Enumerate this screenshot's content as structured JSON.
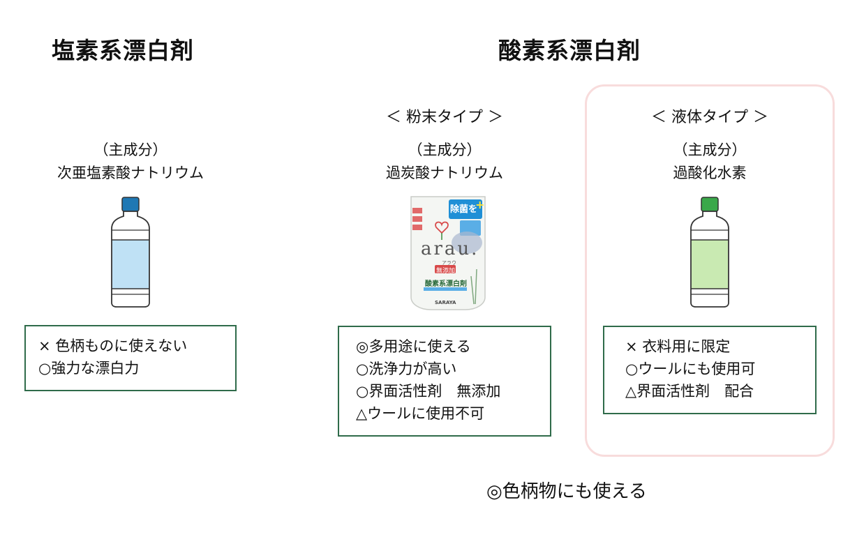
{
  "colors": {
    "box_border": "#2f6b4a",
    "highlight_border": "#f8dcdc",
    "chlorine_bottle_cap": "#1f78b4",
    "chlorine_bottle_fill": "#bfe1f5",
    "oxygen_liquid_cap": "#3aa84a",
    "oxygen_liquid_fill": "#c9eab2",
    "pouch_accent": "#1f8fd6"
  },
  "chlorine": {
    "title": "塩素系漂白剤",
    "ingredient_label": "（主成分）",
    "ingredient": "次亜塩素酸ナトリウム",
    "bottle_icon": "bottle-icon",
    "features": [
      "× 色柄ものに使えない",
      "○強力な漂白力"
    ]
  },
  "oxygen": {
    "title": "酸素系漂白剤",
    "powder": {
      "type_label": "＜ 粉末タイプ ＞",
      "ingredient_label": "（主成分）",
      "ingredient": "過炭酸ナトリウム",
      "package_icon": "detergent-pouch-icon",
      "package": {
        "brand": "arau.",
        "brand_kana": "アラウ",
        "badge": "無添加",
        "product": "酸素系漂白剤",
        "maker": "SARAYA",
        "label_top": "除菌を",
        "label_plus": "+"
      },
      "features": [
        "◎多用途に使える",
        "○洗浄力が高い",
        "○界面活性剤　無添加",
        "△ウールに使用不可"
      ]
    },
    "liquid": {
      "type_label": "＜ 液体タイプ ＞",
      "ingredient_label": "（主成分）",
      "ingredient": "過酸化水素",
      "bottle_icon": "bottle-icon",
      "features": [
        "× 衣料用に限定",
        "○ウールにも使用可",
        "△界面活性剤　配合"
      ]
    },
    "common_note": "◎色柄物にも使える"
  }
}
